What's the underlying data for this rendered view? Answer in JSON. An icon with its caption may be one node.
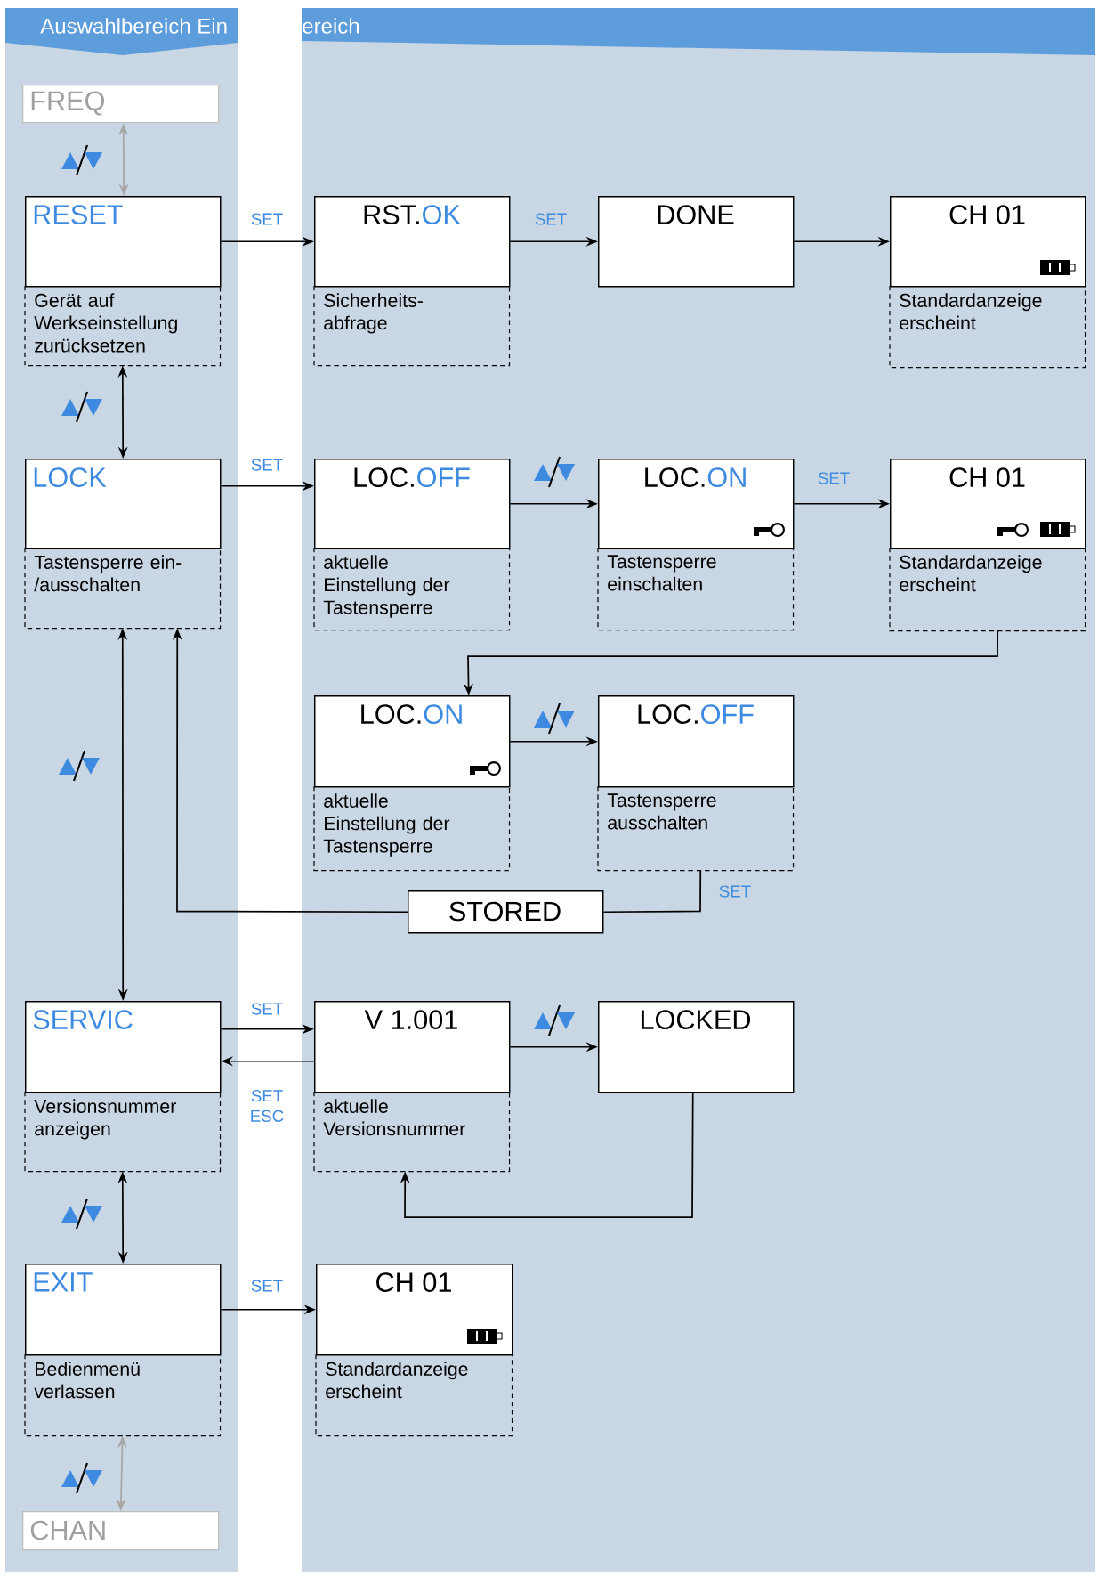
{
  "diagram": {
    "nodes": [
      {
        "text": [
          "FREQ"
        ]
      },
      {
        "text": [
          "RESET"
        ]
      },
      {
        "text": [
          "Gerät auf Werkseinstellung zurücksetzen"
        ]
      },
      {
        "text": [
          "RST.",
          "OK"
        ]
      },
      {
        "text": [
          "Sicherheits- abfrage"
        ]
      },
      {
        "text": [
          "DONE"
        ]
      },
      {
        "text": [
          "CH 01"
        ]
      },
      {
        "text": [
          "Standardanzeige erscheint"
        ]
      },
      {
        "text": [
          "LOCK"
        ]
      },
      {
        "text": [
          "Tastensperre ein-/ausschalten"
        ]
      },
      {
        "text": [
          "LOC.",
          "OFF"
        ]
      },
      {
        "text": [
          "aktuelle Einstellung der Tastensperre"
        ]
      },
      {
        "text": [
          "LOC.",
          "ON"
        ]
      },
      {
        "text": [
          "Tastensperre einschalten"
        ]
      },
      {
        "text": [
          "CH 01"
        ]
      },
      {
        "text": [
          "Standardanzeige erscheint"
        ]
      },
      {
        "text": [
          "LOC.",
          "ON"
        ]
      },
      {
        "text": [
          "aktuelle Einstellung der Tastensperre"
        ]
      },
      {
        "text": [
          "LOC.",
          "OFF"
        ]
      },
      {
        "text": [
          "Tastensperre ausschalten"
        ]
      },
      {
        "text": [
          "STORED"
        ]
      },
      {
        "text": [
          "SERVIC"
        ]
      },
      {
        "text": [
          "Versionsnummer anzeigen"
        ]
      },
      {
        "text": [
          "V 1.001"
        ]
      },
      {
        "text": [
          "aktuelle Versionsnummer"
        ]
      },
      {
        "text": [
          "LOCKED"
        ]
      },
      {
        "text": [
          "EXIT"
        ]
      },
      {
        "text": [
          "Bedienmenü verlassen"
        ]
      },
      {
        "text": [
          "CH 01"
        ]
      },
      {
        "text": [
          "Standardanzeige erscheint"
        ]
      },
      {
        "text": [
          "CHAN"
        ]
      }
    ],
    "edges": [
      {
        "from": 0,
        "to": 1,
        "arrow": "both",
        "color": "#a6a6a6"
      },
      {
        "from": 2,
        "to": 8,
        "arrow": "both"
      },
      {
        "from": 1,
        "to": 3,
        "arrow": "to",
        "label": "SET"
      },
      {
        "from": 3,
        "to": 5,
        "arrow": "to",
        "label": "SET"
      },
      {
        "from": 5,
        "to": 6,
        "arrow": "to"
      },
      {
        "from": 8,
        "to": 10,
        "arrow": "to",
        "label": "SET"
      },
      {
        "from": 10,
        "to": 12,
        "arrow": "to"
      },
      {
        "from": 12,
        "to": 14,
        "arrow": "to",
        "label": "SET"
      },
      {
        "from": 15,
        "to": 16,
        "arrow": "to"
      },
      {
        "from": 16,
        "to": 18,
        "arrow": "to"
      },
      {
        "from": 19,
        "to": 20,
        "arrow": "none",
        "label": "SET"
      },
      {
        "from": 20,
        "to": 9,
        "arrow": "to"
      },
      {
        "from": 9,
        "to": 21,
        "arrow": "both"
      },
      {
        "from": 21,
        "to": 23,
        "arrow": "to",
        "label": "SET"
      },
      {
        "from": 23,
        "to": 21,
        "arrow": "to",
        "label": "SET ESC"
      },
      {
        "from": 23,
        "to": 25,
        "arrow": "to"
      },
      {
        "from": 25,
        "to": 24,
        "arrow": "to"
      },
      {
        "from": 22,
        "to": 26,
        "arrow": "both"
      },
      {
        "from": 26,
        "to": 28,
        "arrow": "to",
        "label": "SET"
      },
      {
        "from": 27,
        "to": 30,
        "arrow": "both",
        "color": "#a6a6a6"
      }
    ],
    "labels": [
      "Auswahlbereich Ein",
      "ereich"
    ]
  }
}
